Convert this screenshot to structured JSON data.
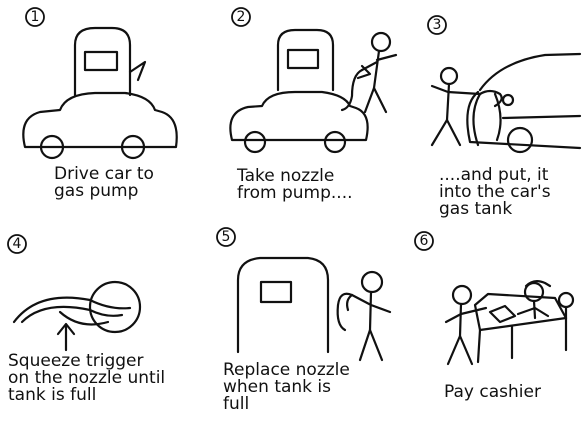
{
  "steps": [
    {
      "number": "1",
      "caption_lines": [
        "Drive car to",
        "gas pump"
      ]
    },
    {
      "number": "2",
      "caption_lines": [
        "Take nozzle",
        "from pump...."
      ]
    },
    {
      "number": "3",
      "caption_lines": [
        "....and put, it",
        "into the car's",
        "gas tank"
      ]
    },
    {
      "number": "4",
      "caption_lines": [
        "Squeeze trigger",
        "on the nozzle until",
        "tank is full"
      ]
    },
    {
      "number": "5",
      "caption_lines": [
        "Replace nozzle",
        "when tank is",
        "full"
      ]
    },
    {
      "number": "6",
      "caption_lines": [
        "Pay cashier"
      ]
    }
  ],
  "colors": {
    "ink": "#111111",
    "background": "#ffffff"
  }
}
